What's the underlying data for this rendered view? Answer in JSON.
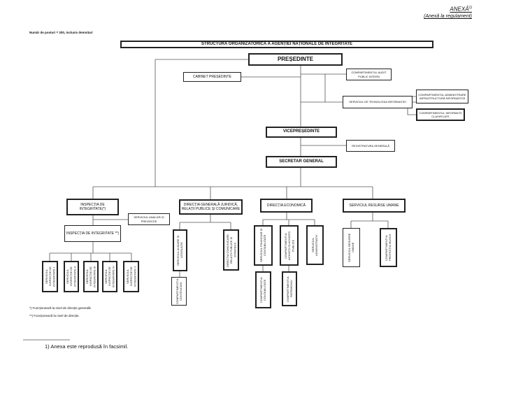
{
  "header": {
    "annex": "ANEXĂ",
    "annex_sup": "1)",
    "annex_sub": "(Anexă la regulament)"
  },
  "note": "Număr de posturi = 200, inclusiv demnitari",
  "title": "STRUCTURA ORGANIZATORICĂ A AGENȚIEI NAȚIONALE DE INTEGRITATE",
  "boxes": {
    "presedinte": "PREȘEDINTE",
    "cabinet": "CABINET PREȘEDINTE",
    "audit": "COMPARTIMENTUL AUDIT PUBLIC INTERN",
    "ti": "SERVICIUL DE TEHNOLOGIA INFORMAȚIEI",
    "infra": "COMPARTIMENTUL ADMINISTRARE INFRASTRUCTURĂ INFORMATICĂ",
    "clasificate": "COMPARTIMENTUL INFORMAȚII CLASIFICATE",
    "vice": "VICEPREȘEDINTE",
    "registratura": "REGISTRATURA GENERALĂ",
    "secretar": "SECRETAR GENERAL",
    "inspectia": "INSPECȚIA DE INTEGRITATE(*)",
    "analiza": "SERVICIUL ANALIZĂ ȘI PREVENȚIE",
    "inspectia2": "INSPECȚIA DE INTEGRITATE **)",
    "juridica": "DIRECȚIA GENERALĂ JURIDICĂ, RELAȚII PUBLICE ȘI COMUNICARE",
    "economica": "DIRECȚIA ECONOMICĂ",
    "ru": "SERVICIUL RESURSE UMANE",
    "avizare": "SERVICIUL AVIZARE ȘI LEGISLAȚIE",
    "contencios": "COMPARTIMENTUL CONTENCIOS",
    "comunicare": "DIRECȚIA COMUNICARE, RELAȚII PUBLICE ȘI STRATEGII",
    "financiar": "SERVICIUL FINANCIAR ȘI CONTABILITATE",
    "achizitii": "COMPARTIMENTUL ACHIZIȚII ȘI ACHIZIȚII PUBLICE",
    "administrativ": "SERVICIUL ADMINISTRATIV",
    "contabilitate": "COMPARTIMENTUL CONTABILITATE",
    "patrimoniu": "COMPARTIMENTUL PATRIMONIU",
    "resurse": "SERVICIUL RESURSE UMANE",
    "protectia": "COMPARTIMENTUL PROTECȚIA MUNCII"
  },
  "inspection_services": [
    "SERVICIUL INSPECȚIE DE INTEGRITATE I",
    "SERVICIUL INSPECȚIE DE INTEGRITATE II",
    "SERVICIUL INSPECȚIE DE INTEGRITATE III",
    "SERVICIUL INSPECȚIE DE INTEGRITATE IV",
    "SERVICIUL INSPECȚIE DE INTEGRITATE V"
  ],
  "footnotes": [
    "*) Funcționează la nivel de direcție generală.",
    "**) Funcționează la nivel de direcție."
  ],
  "bottom_note": "1) Anexa este reprodusă în facsimil."
}
